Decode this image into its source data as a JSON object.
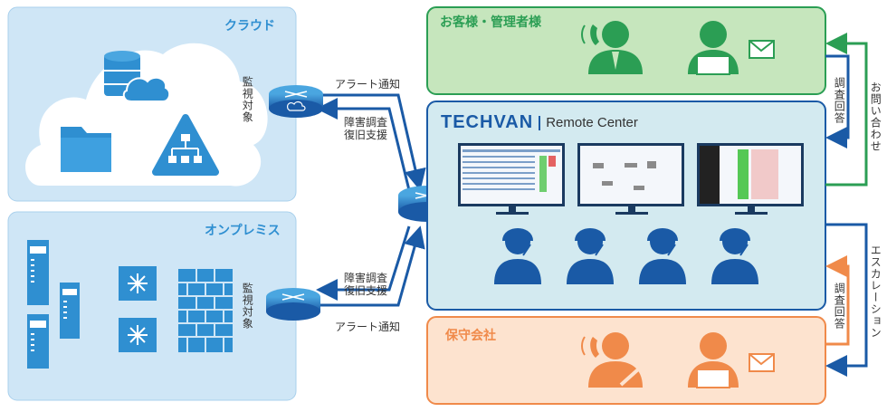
{
  "cloud": {
    "title": "クラウド",
    "monitor_label": "監視対象"
  },
  "onprem": {
    "title": "オンプレミス",
    "monitor_label": "監視対象"
  },
  "links": {
    "alert_top": "アラート通知",
    "restore_top_1": "障害調査",
    "restore_top_2": "復旧支援",
    "restore_bottom_1": "障害調査",
    "restore_bottom_2": "復旧支援",
    "alert_bottom": "アラート通知"
  },
  "customer": {
    "title": "お客様・管理者様"
  },
  "center": {
    "brand": "TECHVAN",
    "subtitle": "Remote Center"
  },
  "maintenance": {
    "title": "保守会社"
  },
  "side": {
    "inquiry_reply": "調査回答",
    "inquiry": "お問い合わせ",
    "escalation": "エスカレーション",
    "escalation_reply": "調査回答"
  },
  "colors": {
    "cloud_bg": "#cfe6f6",
    "green": "#2b9e54",
    "green_bg": "#c6e6bd",
    "blue": "#1a5aa6",
    "center_bg": "#d3eaf0",
    "orange": "#f08a4a",
    "orange_bg": "#fde3cf",
    "icon_blue": "#2f8fd1",
    "dark_blue": "#134a8a"
  }
}
